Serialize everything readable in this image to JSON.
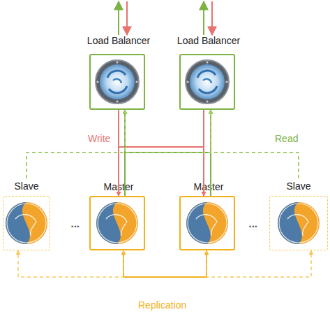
{
  "diagram": {
    "nodes": [
      {
        "text": [
          "Load Balancer"
        ]
      },
      {
        "text": [
          "Load Balancer"
        ]
      },
      {
        "text": [
          "Slave"
        ]
      },
      {
        "text": [
          "Master"
        ]
      },
      {
        "text": [
          "Master"
        ]
      },
      {
        "text": [
          "Slave"
        ]
      }
    ],
    "edges": [
      {
        "from": 0,
        "to": 3,
        "arrow": "to",
        "label": "Write"
      },
      {
        "from": 0,
        "to": 4,
        "arrow": "to"
      },
      {
        "from": 1,
        "to": 3,
        "arrow": "to"
      },
      {
        "from": 1,
        "to": 4,
        "arrow": "to"
      },
      {
        "from": 3,
        "to": 0,
        "arrow": "to",
        "label": "Read"
      },
      {
        "from": 3,
        "to": 1,
        "arrow": "to"
      },
      {
        "from": 4,
        "to": 0,
        "arrow": "to"
      },
      {
        "from": 4,
        "to": 1,
        "arrow": "to"
      },
      {
        "from": 2,
        "to": 0,
        "arrow": "to"
      },
      {
        "from": 2,
        "to": 1,
        "arrow": "to"
      },
      {
        "from": 5,
        "to": 0,
        "arrow": "to"
      },
      {
        "from": 5,
        "to": 1,
        "arrow": "to"
      },
      {
        "from": 3,
        "to": 4,
        "arrow": "both",
        "label": "Replication"
      },
      {
        "from": 3,
        "to": 2,
        "arrow": "to"
      },
      {
        "from": 4,
        "to": 5,
        "arrow": "to"
      }
    ],
    "labels": [
      "•••",
      "•••"
    ]
  }
}
